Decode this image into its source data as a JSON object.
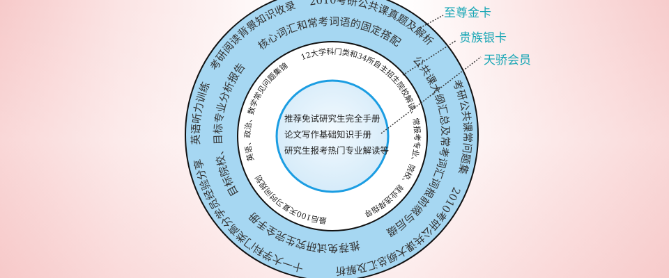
{
  "outer_ring": {
    "outer_track": [
      "英语听力训练",
      "考研阅读背景知识收录",
      "2010考研公共课真题及解析",
      "考研公共课常问题集",
      "2010考研公共课大纲总汇及解析",
      "十一大学科门类高分学员经验分享"
    ],
    "inner_track": [
      "目标院校、目标专业分析报告",
      "核心词汇和常考词语的固定搭配",
      "公共课大纲汇总及常考词汇词根前缀与后缀",
      "推荐免试研究生完全手册"
    ]
  },
  "middle_ring": [
    "英语、政治、数学常见问题集锦",
    "12大学科门类和34所自主招生院校解读、常报考专业、院校、就业选择指导",
    "最后100天复习时间规划"
  ],
  "center": [
    "推荐免试研究生完全手册",
    "论文写作基础知识手册",
    "研究生报考热门专业解读等"
  ],
  "membership_labels": [
    "至尊金卡",
    "贵族银卡",
    "天骄会员"
  ],
  "colors": {
    "outer_band": "#a6d7f2",
    "center_fill": "#dff0fb",
    "center_stroke": "#1b9de2",
    "label": "#18a6b5"
  }
}
